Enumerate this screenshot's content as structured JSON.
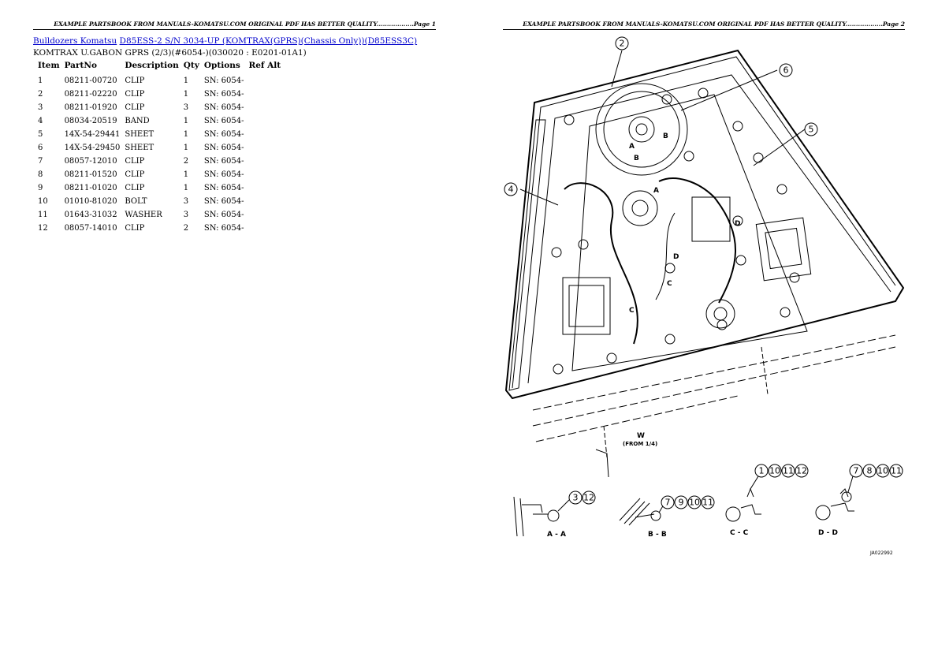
{
  "header": {
    "page1": "EXAMPLE PARTSBOOK FROM MANUALS-KOMATSU.COM ORIGINAL PDF HAS BETTER QUALITY..................Page 1",
    "page2": "EXAMPLE PARTSBOOK FROM MANUALS-KOMATSU.COM ORIGINAL PDF HAS BETTER QUALITY..................Page 2"
  },
  "breadcrumb": {
    "link1": "Bulldozers Komatsu",
    "link2": "D85ESS-2 S/N 3034-UP (KOMTRAX(GPRS)(Chassis Only))(D85ESS3C)"
  },
  "subtitle": "KOMTRAX U.GABON GPRS (2/3)(#6054-)(030020 : E0201-01A1)",
  "table": {
    "headers": [
      "Item",
      "PartNo",
      "Description",
      "Qty",
      "Options",
      "Ref",
      "Alt"
    ],
    "rows": [
      {
        "item": "1",
        "partno": "08211-00720",
        "desc": "CLIP",
        "qty": "1",
        "options": "SN: 6054-"
      },
      {
        "item": "2",
        "partno": "08211-02220",
        "desc": "CLIP",
        "qty": "1",
        "options": "SN: 6054-"
      },
      {
        "item": "3",
        "partno": "08211-01920",
        "desc": "CLIP",
        "qty": "3",
        "options": "SN: 6054-"
      },
      {
        "item": "4",
        "partno": "08034-20519",
        "desc": "BAND",
        "qty": "1",
        "options": "SN: 6054-"
      },
      {
        "item": "5",
        "partno": "14X-54-29441",
        "desc": "SHEET",
        "qty": "1",
        "options": "SN: 6054-"
      },
      {
        "item": "6",
        "partno": "14X-54-29450",
        "desc": "SHEET",
        "qty": "1",
        "options": "SN: 6054-"
      },
      {
        "item": "7",
        "partno": "08057-12010",
        "desc": "CLIP",
        "qty": "2",
        "options": "SN: 6054-"
      },
      {
        "item": "8",
        "partno": "08211-01520",
        "desc": "CLIP",
        "qty": "1",
        "options": "SN: 6054-"
      },
      {
        "item": "9",
        "partno": "08211-01020",
        "desc": "CLIP",
        "qty": "1",
        "options": "SN: 6054-"
      },
      {
        "item": "10",
        "partno": "01010-81020",
        "desc": "BOLT",
        "qty": "3",
        "options": "SN: 6054-"
      },
      {
        "item": "11",
        "partno": "01643-31032",
        "desc": "WASHER",
        "qty": "3",
        "options": "SN: 6054-"
      },
      {
        "item": "12",
        "partno": "08057-14010",
        "desc": "CLIP",
        "qty": "2",
        "options": "SN: 6054-"
      }
    ]
  },
  "diagram": {
    "callouts": [
      "2",
      "6",
      "5",
      "4"
    ],
    "section_labels": [
      "A",
      "B",
      "A",
      "B",
      "D",
      "D",
      "C",
      "C"
    ],
    "view_label": "W",
    "view_sub": "(FROM 1/4)",
    "detail_views": [
      {
        "title": "A - A",
        "callouts": [
          "3",
          "12"
        ]
      },
      {
        "title": "B - B",
        "callouts": [
          "7",
          "9",
          "10",
          "11"
        ]
      },
      {
        "title": "C - C",
        "callouts": [
          "1",
          "10",
          "11",
          "12"
        ]
      },
      {
        "title": "D - D",
        "callouts": [
          "7",
          "8",
          "10",
          "11"
        ]
      }
    ],
    "figure_code": "JA022992"
  }
}
